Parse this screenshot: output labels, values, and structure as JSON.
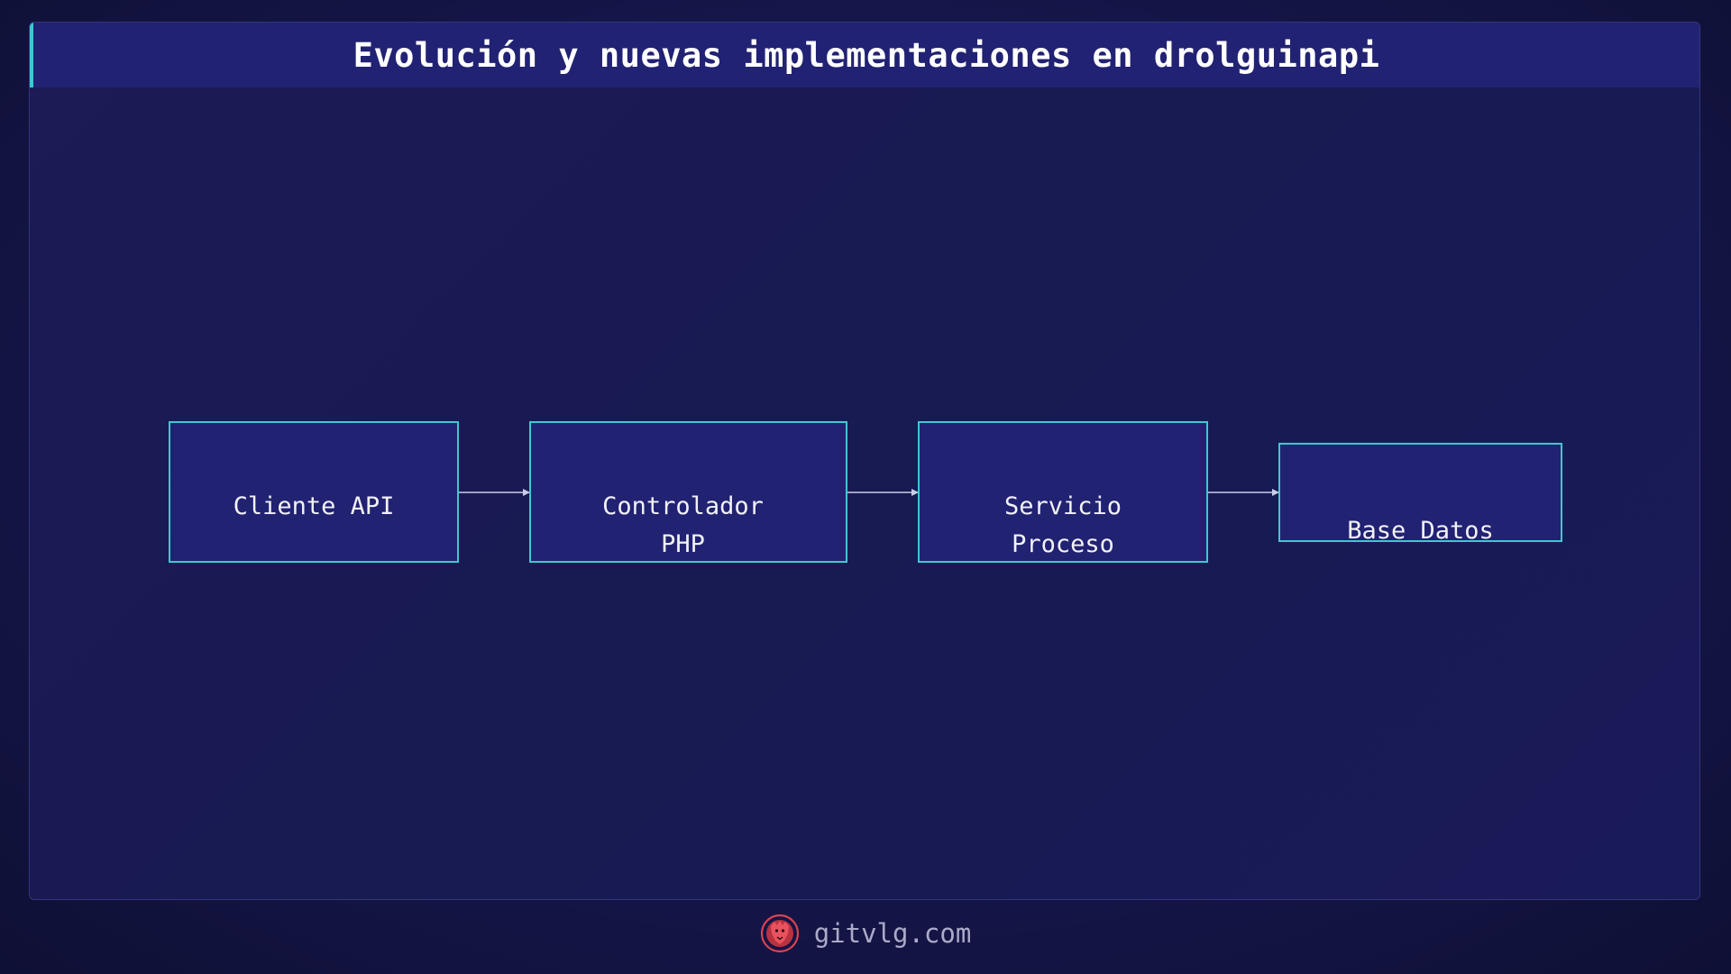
{
  "title": "Evolución y nuevas implementaciones en drolguinapi",
  "nodes": [
    {
      "id": "n1",
      "label": "Cliente API"
    },
    {
      "id": "n2",
      "label": "Controlador\nPHP"
    },
    {
      "id": "n3",
      "label": "Servicio\nProceso"
    },
    {
      "id": "n4",
      "label": "Base Datos"
    }
  ],
  "edges": [
    {
      "from": "Cliente API",
      "to": "Controlador PHP"
    },
    {
      "from": "Controlador PHP",
      "to": "Servicio Proceso"
    },
    {
      "from": "Servicio Proceso",
      "to": "Base Datos"
    }
  ],
  "footer": {
    "logo_icon": "lion-logo-icon",
    "site": "gitvlg.com"
  },
  "colors": {
    "accent": "#3fc8d0",
    "node_fill": "#212272",
    "title_bar": "#212273",
    "background": "#15164a",
    "logo": "#d9434f"
  }
}
